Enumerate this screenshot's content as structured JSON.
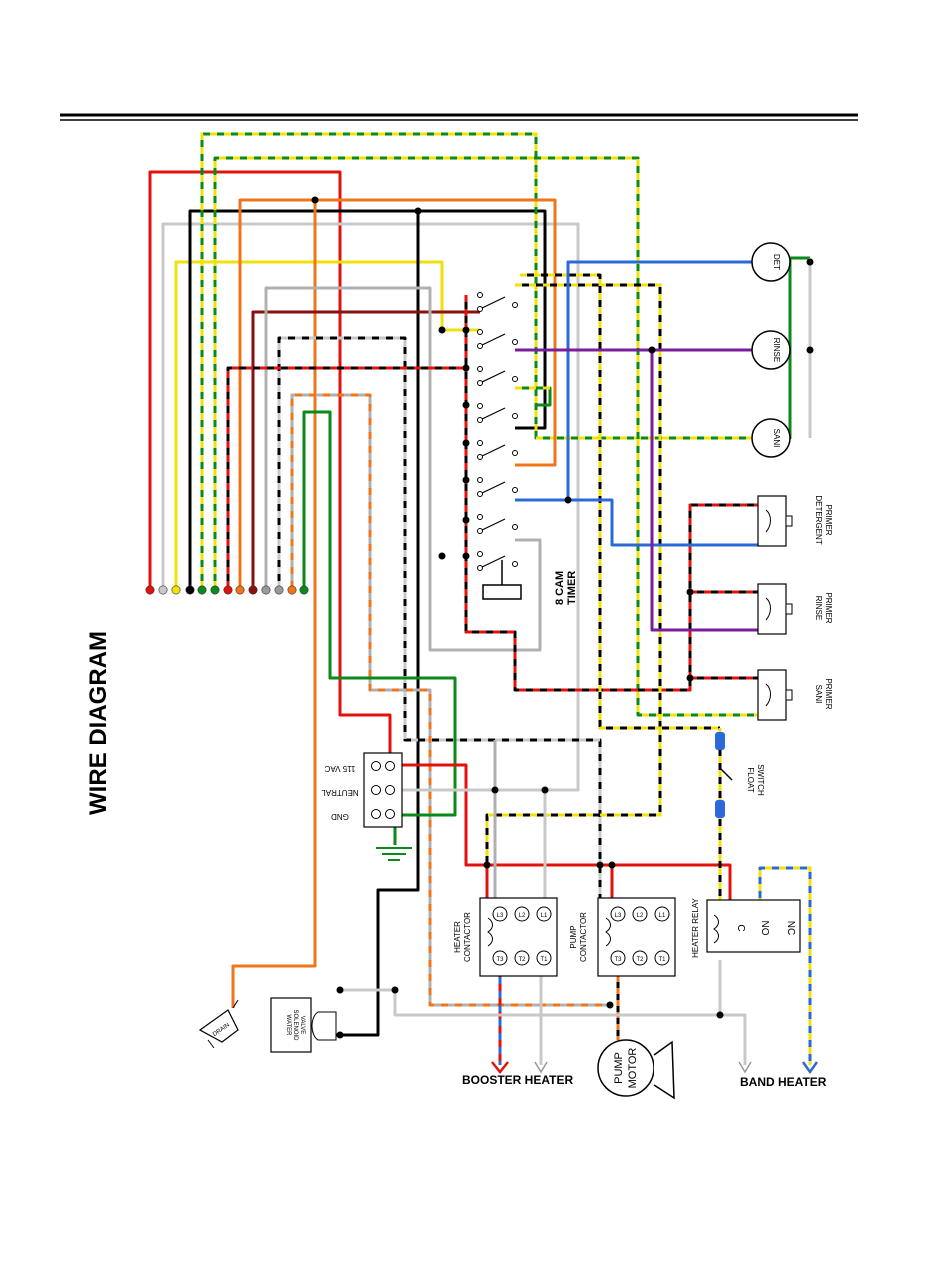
{
  "title": "WIRE DIAGRAM",
  "colors": {
    "red": "#e3110c",
    "white": "#c8c8c8",
    "yellow": "#f2e00a",
    "black": "#000000",
    "green": "#0a8a1a",
    "orange": "#f07418",
    "darkred": "#8a1010",
    "grey": "#9a9a9a",
    "blue": "#2a6ad8",
    "purple": "#7a1d9a"
  },
  "terminal_strip": [
    "red",
    "white",
    "yellow",
    "black",
    "green-yellow",
    "green",
    "red",
    "orange",
    "darkred",
    "grey",
    "grey",
    "orange",
    "green"
  ],
  "components": {
    "timer": {
      "label_line1": "8 CAM",
      "label_line2": "TIMER"
    },
    "motors": [
      {
        "label": "DET"
      },
      {
        "label": "RINSE"
      },
      {
        "label": "SANI"
      }
    ],
    "primers": [
      {
        "label_line1": "DETERGENT",
        "label_line2": "PRIMER"
      },
      {
        "label_line1": "RINSE",
        "label_line2": "PRIMER"
      },
      {
        "label_line1": "SANI",
        "label_line2": "PRIMER"
      }
    ],
    "float_switch": {
      "label_line1": "FLOAT",
      "label_line2": "SWITCH"
    },
    "power_block": {
      "vac": "115 VAC",
      "neutral": "NEUTRAL",
      "gnd": "GND"
    },
    "heater_contactor": {
      "label_line1": "HEATER",
      "label_line2": "CONTACTOR",
      "terminals_top": [
        "L3",
        "L2",
        "L1"
      ],
      "terminals_bottom": [
        "T3",
        "T2",
        "T1"
      ]
    },
    "pump_contactor": {
      "label_line1": "PUMP",
      "label_line2": "CONTACTOR",
      "terminals_top": [
        "L3",
        "L2",
        "L1"
      ],
      "terminals_bottom": [
        "T3",
        "T2",
        "T1"
      ]
    },
    "heater_relay": {
      "label": "HEATER RELAY",
      "no": "NO",
      "nc": "NC",
      "c": "C"
    },
    "drain": {
      "label": "DRAIN"
    },
    "water_valve": {
      "line1": "WATER",
      "line2": "SOLENOID",
      "line3": "VALVE"
    },
    "pump_motor": {
      "line1": "PUMP",
      "line2": "MOTOR"
    },
    "booster_heater": {
      "label": "BOOSTER HEATER"
    },
    "band_heater": {
      "label": "BAND HEATER"
    }
  }
}
